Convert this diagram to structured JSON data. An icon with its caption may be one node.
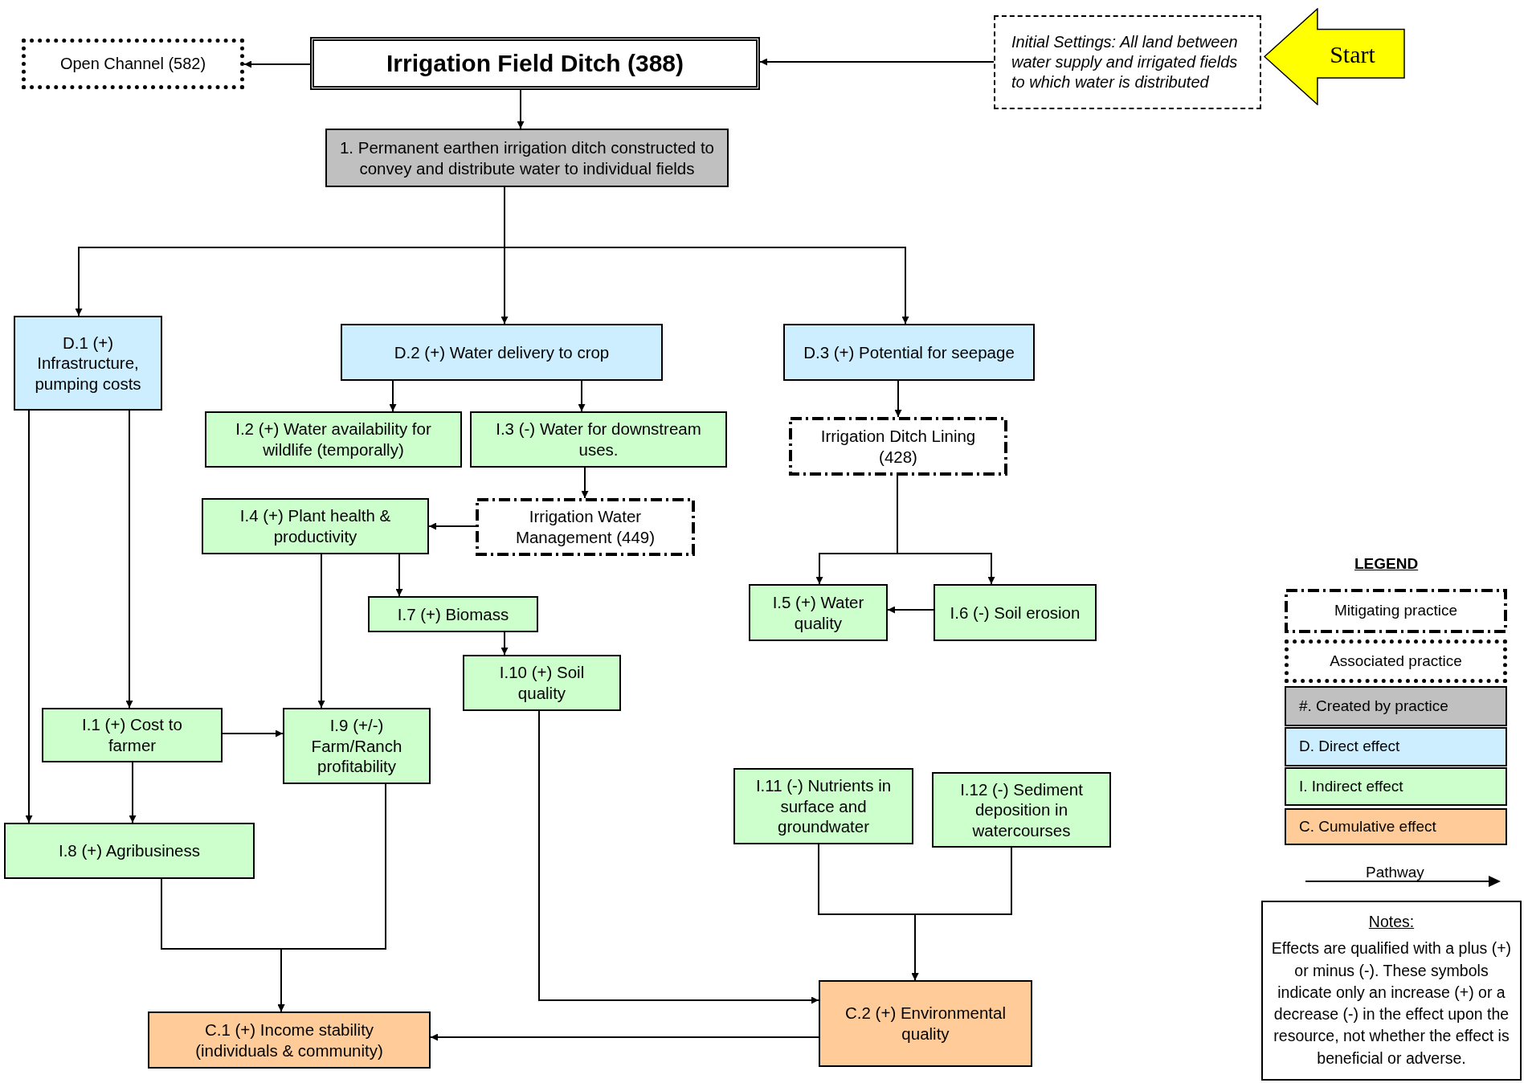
{
  "diagram": {
    "nodes": [
      {
        "text": [
          "Irrigation Field Ditch (388)"
        ]
      },
      {
        "text": [
          "Open Channel (582)"
        ]
      },
      {
        "text": [
          "Initial Settings: All land between water supply and irrigated fields to which water is distributed"
        ]
      },
      {
        "text": [
          "Start"
        ]
      },
      {
        "text": [
          "1. Permanent earthen irrigation ditch constructed to convey and distribute water to individual fields"
        ]
      },
      {
        "text": [
          "D.1 (+) Infrastructure, pumping costs"
        ]
      },
      {
        "text": [
          "D.2 (+) Water delivery to crop"
        ]
      },
      {
        "text": [
          "D.3 (+) Potential for seepage"
        ]
      },
      {
        "text": [
          "I.2 (+) Water availability for wildlife (temporally)"
        ]
      },
      {
        "text": [
          "I.3 (-) Water for downstream uses."
        ]
      },
      {
        "text": [
          "Irrigation Ditch Lining (428)"
        ]
      },
      {
        "text": [
          "I.4 (+) Plant health & productivity"
        ]
      },
      {
        "text": [
          "Irrigation Water Management (449)"
        ]
      },
      {
        "text": [
          "I.7 (+) Biomass"
        ]
      },
      {
        "text": [
          "I.5 (+) Water quality"
        ]
      },
      {
        "text": [
          "I.6 (-) Soil erosion"
        ]
      },
      {
        "text": [
          "I.10 (+) Soil quality"
        ]
      },
      {
        "text": [
          "I.1 (+) Cost to farmer"
        ]
      },
      {
        "text": [
          "I.9 (+/-) Farm/Ranch profitability"
        ]
      },
      {
        "text": [
          "I.8 (+) Agribusiness"
        ]
      },
      {
        "text": [
          "I.11 (-) Nutrients in surface and groundwater"
        ]
      },
      {
        "text": [
          "I.12 (-) Sediment deposition in watercourses"
        ]
      },
      {
        "text": [
          "C.1 (+) Income stability (individuals & community)"
        ]
      },
      {
        "text": [
          "C.2 (+) Environmental quality"
        ]
      },
      {
        "text": [
          "Notes:",
          "Effects are qualified with a plus (+) or minus (-). These symbols indicate only an increase (+) or a decrease (-) in the effect upon the resource, not whether the effect is beneficial or adverse."
        ]
      }
    ],
    "edges": [
      {
        "from": 2,
        "to": 0,
        "arrow": "to"
      },
      {
        "from": 0,
        "to": 1,
        "arrow": "to"
      },
      {
        "from": 0,
        "to": 4,
        "arrow": "to"
      },
      {
        "from": 4,
        "to": 5,
        "arrow": "to"
      },
      {
        "from": 4,
        "to": 6,
        "arrow": "to"
      },
      {
        "from": 4,
        "to": 7,
        "arrow": "to"
      },
      {
        "from": 6,
        "to": 8,
        "arrow": "to"
      },
      {
        "from": 6,
        "to": 9,
        "arrow": "to"
      },
      {
        "from": 9,
        "to": 12,
        "arrow": "to"
      },
      {
        "from": 12,
        "to": 11,
        "arrow": "to"
      },
      {
        "from": 7,
        "to": 10,
        "arrow": "to"
      },
      {
        "from": 10,
        "to": 14,
        "arrow": "to"
      },
      {
        "from": 10,
        "to": 15,
        "arrow": "to"
      },
      {
        "from": 15,
        "to": 14,
        "arrow": "to"
      },
      {
        "from": 11,
        "to": 13,
        "arrow": "to"
      },
      {
        "from": 11,
        "to": 18,
        "arrow": "to"
      },
      {
        "from": 13,
        "to": 16,
        "arrow": "to"
      },
      {
        "from": 5,
        "to": 17,
        "arrow": "to"
      },
      {
        "from": 5,
        "to": 19,
        "arrow": "to"
      },
      {
        "from": 17,
        "to": 18,
        "arrow": "to"
      },
      {
        "from": 17,
        "to": 19,
        "arrow": "to"
      },
      {
        "from": 19,
        "to": 22,
        "arrow": "to"
      },
      {
        "from": 18,
        "to": 22,
        "arrow": "to"
      },
      {
        "from": 20,
        "to": 23,
        "arrow": "to"
      },
      {
        "from": 21,
        "to": 23,
        "arrow": "to"
      },
      {
        "from": 16,
        "to": 23,
        "arrow": "to"
      },
      {
        "from": 23,
        "to": 22,
        "arrow": "to"
      }
    ],
    "labels": [
      "LEGEND"
    ],
    "legend": [
      {
        "text": "Mitigating practice"
      },
      {
        "text": "Associated practice"
      },
      {
        "text": "#. Created by practice",
        "color": "#c0c0c0"
      },
      {
        "text": "D. Direct effect",
        "color": "#cceeff"
      },
      {
        "text": "I. Indirect effect",
        "color": "#ccffcc"
      },
      {
        "text": "C. Cumulative effect",
        "color": "#ffcc99"
      },
      {
        "text": "Pathway"
      }
    ]
  }
}
